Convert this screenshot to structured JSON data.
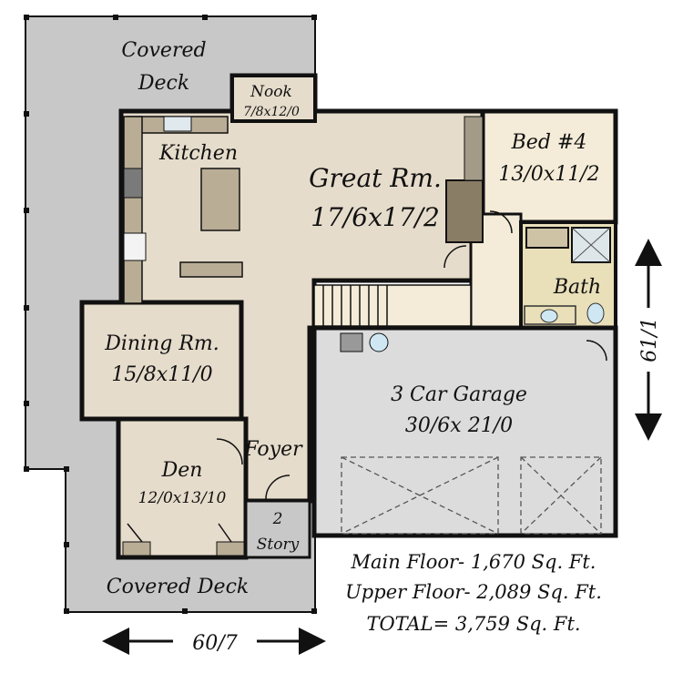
{
  "colors": {
    "deck": "#c8c8c8",
    "interior": "#e6dccb",
    "bedroom": "#f4ecd8",
    "bath": "#e9dfb8",
    "garage": "#dcdcdc",
    "wall": "#111111",
    "accent": "#b9ad96"
  },
  "rooms": {
    "covered_deck_top": {
      "line1": "Covered",
      "line2": "Deck"
    },
    "nook": {
      "name": "Nook",
      "dims": "7/8x12/0"
    },
    "kitchen": {
      "name": "Kitchen"
    },
    "great_room": {
      "name": "Great Rm.",
      "dims": "17/6x17/2"
    },
    "bed4": {
      "name": "Bed #4",
      "dims": "13/0x11/2"
    },
    "bath": {
      "name": "Bath"
    },
    "dining": {
      "name": "Dining Rm.",
      "dims": "15/8x11/0"
    },
    "garage": {
      "name": "3 Car Garage",
      "dims": "30/6x 21/0"
    },
    "foyer": {
      "name": "Foyer"
    },
    "den": {
      "name": "Den",
      "dims": "12/0x13/10"
    },
    "two_story": {
      "line1": "2",
      "line2": "Story"
    },
    "covered_deck_bottom": {
      "name": "Covered Deck"
    }
  },
  "dimensions": {
    "width": "60/7",
    "depth": "61/1"
  },
  "totals": {
    "main_floor": "Main Floor- 1,670 Sq. Ft.",
    "upper_floor": "Upper Floor- 2,089 Sq. Ft.",
    "total": "TOTAL= 3,759 Sq. Ft."
  }
}
